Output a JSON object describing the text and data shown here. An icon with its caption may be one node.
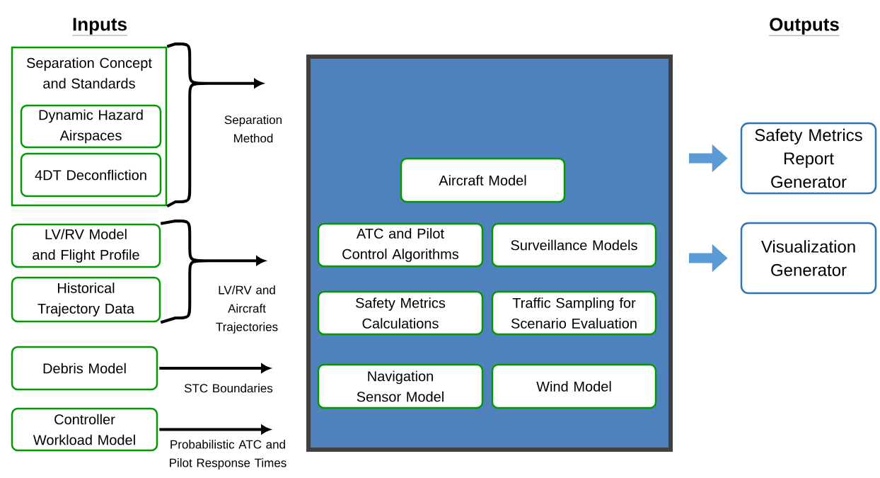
{
  "diagram": {
    "nodes": [
      {
        "text": [
          "Separation Concept and Standards"
        ]
      },
      {
        "text": [
          "Dynamic Hazard Airspaces"
        ],
        "in": 0
      },
      {
        "text": [
          "4DT Deconfliction"
        ],
        "in": 0
      },
      {
        "text": [
          "LV/RV Model and Flight Profile"
        ]
      },
      {
        "text": [
          "Historical Trajectory Data"
        ]
      },
      {
        "text": [
          "Debris Model"
        ]
      },
      {
        "text": [
          "Controller Workload Model"
        ]
      },
      {
        "text": [],
        "shape": "box"
      },
      {
        "text": [
          "Aircraft Model"
        ],
        "in": 7
      },
      {
        "text": [
          "ATC and Pilot Control Algorithms"
        ],
        "in": 7
      },
      {
        "text": [
          "Surveillance Models"
        ],
        "in": 7
      },
      {
        "text": [
          "Safety Metrics Calculations"
        ],
        "in": 7
      },
      {
        "text": [
          "Traffic Sampling for Scenario Evaluation"
        ],
        "in": 7
      },
      {
        "text": [
          "Navigation Sensor Model"
        ],
        "in": 7
      },
      {
        "text": [
          "Wind Model"
        ],
        "in": 7
      },
      {
        "text": [
          "Safety Metrics Report Generator"
        ]
      },
      {
        "text": [
          "Visualization Generator"
        ]
      }
    ],
    "edges": [
      {
        "from": 0,
        "to": null,
        "arrow": "to",
        "label": "Separation Method"
      },
      {
        "from": 3,
        "to": null,
        "arrow": "to",
        "label": "LV/RV and Aircraft Trajectories"
      },
      {
        "from": 4,
        "to": null,
        "arrow": "to"
      },
      {
        "from": 5,
        "to": null,
        "arrow": "to",
        "label": "STC Boundaries"
      },
      {
        "from": 6,
        "to": null,
        "arrow": "to",
        "label": "Probabilistic ATC and Pilot Response Times"
      },
      {
        "from": 7,
        "to": 15,
        "arrow": "to",
        "style": "thick",
        "color": "#5b9bd5"
      },
      {
        "from": 7,
        "to": 16,
        "arrow": "to",
        "style": "thick",
        "color": "#5b9bd5"
      }
    ],
    "labels": [
      "Inputs",
      "Outputs"
    ]
  }
}
